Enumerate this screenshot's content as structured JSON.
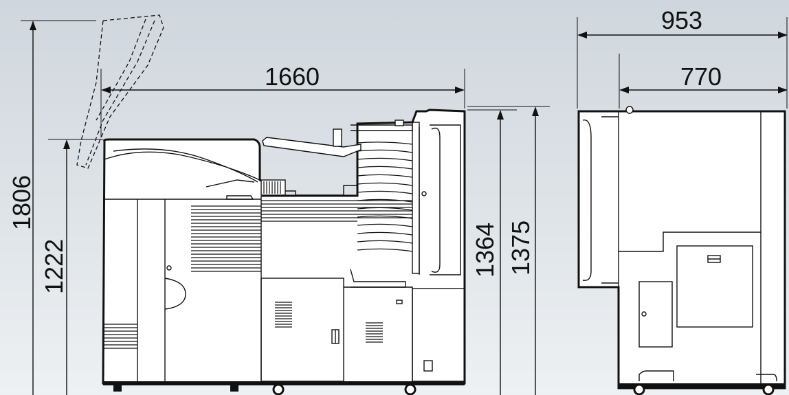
{
  "dimensions": {
    "total_height_with_cover_open": "1806",
    "height_to_top": "1222",
    "total_width": "1660",
    "front_height_1": "1364",
    "front_height_2": "1375",
    "depth_total": "953",
    "depth_body": "770"
  }
}
